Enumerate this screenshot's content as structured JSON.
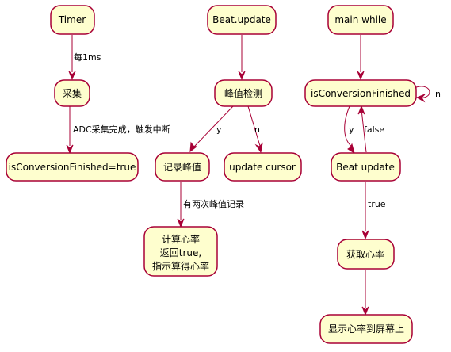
{
  "nodes": {
    "timer": "Timer",
    "sample": "采集",
    "is_conv_true": "isConversionFinished=true",
    "beat_update_top": "Beat.update",
    "peak_detect": "峰值检测",
    "record_peak": "记录峰值",
    "update_cursor": "update cursor",
    "calc_line1": "计算心率",
    "calc_line2": "返回true,",
    "calc_line3": "指示算得心率",
    "main_while": "main while",
    "is_conv": "isConversionFinished",
    "beat_update": "Beat update",
    "get_hr": "获取心率",
    "show_hr": "显示心率到屏幕上"
  },
  "edges": {
    "every_1ms": "每1ms",
    "adc_done": "ADC采集完成，触发中断",
    "y1": "y",
    "n1": "n",
    "two_peaks": "有两次峰值记录",
    "self_n": "n",
    "y2": "y",
    "false_label": "false",
    "true_label": "true"
  },
  "colors": {
    "node_fill": "#fefece",
    "stroke": "#a80036"
  }
}
